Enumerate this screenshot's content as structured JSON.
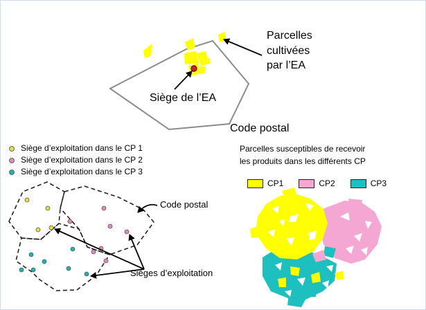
{
  "top": {
    "parcel_label": "Parcelles\ncultivées\npar l’EA",
    "siege_label": "Siège de l’EA",
    "code_postal_label": "Code postal"
  },
  "legend_sieges": {
    "items": [
      {
        "label": "Siège d’exploitation dans le CP 1",
        "color": "#e8e03a"
      },
      {
        "label": "Siège d’exploitation dans le CP 2",
        "color": "#e08ac0"
      },
      {
        "label": "Siège d’exploitation dans le CP 3",
        "color": "#1fb3b3"
      }
    ]
  },
  "legend_parcelles": {
    "title": "Parcelles susceptibles de recevoir\nles produits dans les différents CP",
    "items": [
      {
        "label": "CP1",
        "color": "#ffff00"
      },
      {
        "label": "CP2",
        "color": "#f4a7d3"
      },
      {
        "label": "CP3",
        "color": "#1dbfbf"
      }
    ]
  },
  "bottom": {
    "code_postal_label": "Code postal",
    "sieges_label": "Sièges d’exploitation"
  },
  "colors": {
    "yellow": "#ffff00",
    "pink": "#f4a7d3",
    "teal": "#1dbfbf",
    "outline": "#8c8c8c",
    "siege_dot": "#e01c1c"
  }
}
